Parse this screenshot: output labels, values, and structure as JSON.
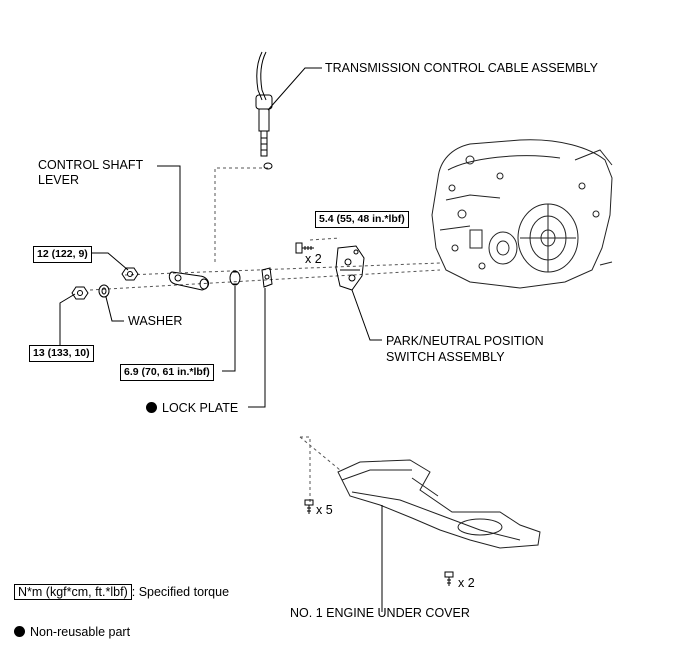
{
  "parts": {
    "cable": "TRANSMISSION CONTROL CABLE ASSEMBLY",
    "lever_line1": "CONTROL SHAFT",
    "lever_line2": "LEVER",
    "washer": "WASHER",
    "lock_plate": "LOCK PLATE",
    "switch_line1": "PARK/NEUTRAL POSITION",
    "switch_line2": "SWITCH ASSEMBLY",
    "under_cover": "NO. 1 ENGINE UNDER COVER"
  },
  "torques": {
    "switch_bolt": "5.4 (55, 48 in.*lbf)",
    "lever_nut": "12 (122, 9)",
    "shaft_nut": "13 (133, 10)",
    "lock_nut": "6.9 (70, 61 in.*lbf)"
  },
  "counts": {
    "switch_bolts": "x 2",
    "cover_bolts_left": "x 5",
    "cover_bolts_right": "x 2"
  },
  "legend": {
    "torque_box": "N*m (kgf*cm, ft.*lbf)",
    "torque_desc": ": Specified torque",
    "nonreusable": "Non-reusable part"
  }
}
